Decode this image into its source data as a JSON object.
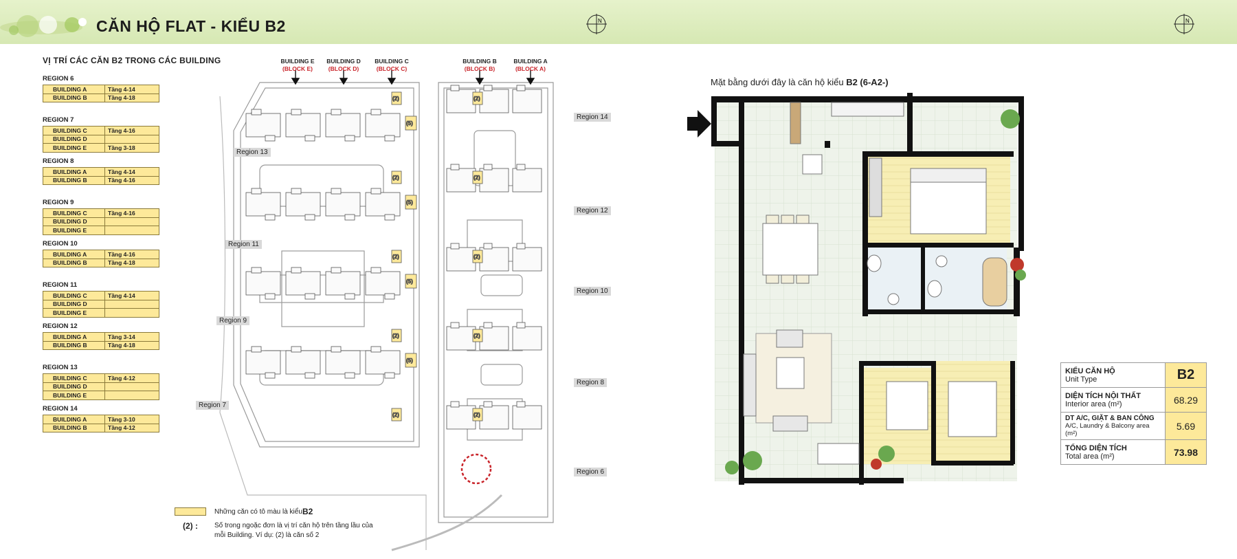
{
  "header": {
    "title": "CĂN HỘ FLAT - KIỂU B2",
    "compass_label": "N"
  },
  "site": {
    "title": "VỊ TRÍ CÁC CĂN B2 TRONG CÁC BUILDING",
    "regions": [
      {
        "name": "REGION 6",
        "rows": [
          {
            "building": "BUILDING A",
            "floors": "Tầng 4-14"
          },
          {
            "building": "BUILDING B",
            "floors": "Tầng 4-18"
          }
        ]
      },
      {
        "name": "REGION 7",
        "rows": [
          {
            "building": "BUILDING C",
            "floors": "Tầng 4-16"
          },
          {
            "building": "BUILDING D",
            "floors": ""
          },
          {
            "building": "BUILDING E",
            "floors": "Tầng 3-18"
          }
        ]
      },
      {
        "name": "REGION 8",
        "rows": [
          {
            "building": "BUILDING A",
            "floors": "Tầng 4-14"
          },
          {
            "building": "BUILDING B",
            "floors": "Tầng 4-16"
          }
        ]
      },
      {
        "name": "REGION 9",
        "rows": [
          {
            "building": "BUILDING C",
            "floors": "Tầng 4-16"
          },
          {
            "building": "BUILDING D",
            "floors": ""
          },
          {
            "building": "BUILDING E",
            "floors": ""
          }
        ]
      },
      {
        "name": "REGION 10",
        "rows": [
          {
            "building": "BUILDING A",
            "floors": "Tầng 4-16"
          },
          {
            "building": "BUILDING B",
            "floors": "Tầng 4-18"
          }
        ]
      },
      {
        "name": "REGION 11",
        "rows": [
          {
            "building": "BUILDING C",
            "floors": "Tầng 4-14"
          },
          {
            "building": "BUILDING D",
            "floors": ""
          },
          {
            "building": "BUILDING E",
            "floors": ""
          }
        ]
      },
      {
        "name": "REGION 12",
        "rows": [
          {
            "building": "BUILDING A",
            "floors": "Tầng 3-14"
          },
          {
            "building": "BUILDING B",
            "floors": "Tầng 4-18"
          }
        ]
      },
      {
        "name": "REGION 13",
        "rows": [
          {
            "building": "BUILDING C",
            "floors": "Tầng 4-12"
          },
          {
            "building": "BUILDING D",
            "floors": ""
          },
          {
            "building": "BUILDING E",
            "floors": ""
          }
        ]
      },
      {
        "name": "REGION 14",
        "rows": [
          {
            "building": "BUILDING A",
            "floors": "Tầng 3-10"
          },
          {
            "building": "BUILDING B",
            "floors": "Tầng 4-12"
          }
        ]
      }
    ],
    "buildings": [
      {
        "name": "BUILDING E",
        "block": "(BLOCK E)"
      },
      {
        "name": "BUILDING D",
        "block": "(BLOCK D)"
      },
      {
        "name": "BUILDING C",
        "block": "(BLOCK C)"
      },
      {
        "name": "BUILDING B",
        "block": "(BLOCK B)"
      },
      {
        "name": "BUILDING A",
        "block": "(BLOCK A)"
      }
    ],
    "region_tags": [
      "Region 14",
      "Region 13",
      "Region 12",
      "Region 11",
      "Region 10",
      "Region 9",
      "Region 8",
      "Region 7",
      "Region 6"
    ],
    "unit_numbers": {
      "five": "(5)",
      "two": "(2)"
    },
    "legend": {
      "text1": "Những căn có tô màu là kiểu",
      "b2": "B2",
      "num": "(2) :",
      "text2": "Số trong ngoặc đơn là vị trí căn hộ trên tầng lầu của mỗi Building. Ví dụ: (2) là căn số 2"
    }
  },
  "plan": {
    "caption_prefix": "Mặt bằng dưới đây là căn hộ kiểu ",
    "caption_bold": "B2 (6-A2-)"
  },
  "info": {
    "unit_type_vi": "KIỂU CĂN HỘ",
    "unit_type_en": "Unit Type",
    "unit_type_val": "B2",
    "interior_vi": "DIỆN TÍCH NỘI THẤT",
    "interior_en": "Interior area (m²)",
    "interior_val": "68.29",
    "ac_vi": "DT A/C, GIẶT & BAN CÔNG",
    "ac_en": "A/C, Laundry & Balcony area (m²)",
    "ac_val": "5.69",
    "total_vi": "TỔNG DIỆN TÍCH",
    "total_en": "Total area (m²)",
    "total_val": "73.98"
  },
  "colors": {
    "accent_header": "#d6e8b3",
    "highlight": "#fde99a",
    "block_red": "#c9242a"
  }
}
